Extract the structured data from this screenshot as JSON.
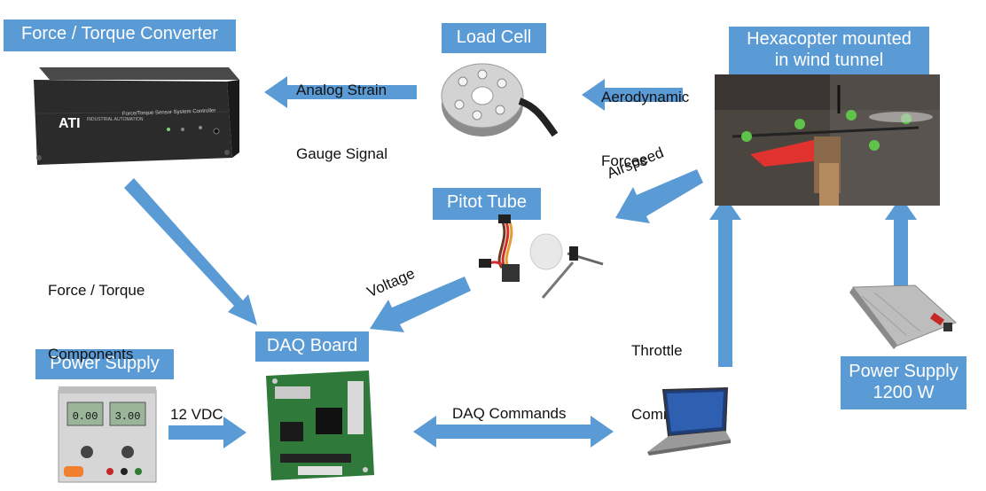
{
  "colors": {
    "box_fill": "#5b9bd5",
    "arrow_fill": "#5b9bd5",
    "text": "#111111",
    "box_text": "#ffffff"
  },
  "boxes": {
    "converter": "Force / Torque Converter",
    "load_cell": "Load Cell",
    "hexacopter_line1": "Hexacopter mounted",
    "hexacopter_line2": "in wind tunnel",
    "pitot": "Pitot Tube",
    "daq": "DAQ Board",
    "power_supply": "Power Supply",
    "power_supply_big_line1": "Power Supply",
    "power_supply_big_line2": "1200 W"
  },
  "labels": {
    "analog_line1": "Analog Strain",
    "analog_line2": "Gauge Signal",
    "aero_line1": "Aerodynamic",
    "aero_line2": "Forces",
    "force_comp_line1": "Force / Torque",
    "force_comp_line2": "Components",
    "airspeed": "Airspeed",
    "voltage": "Voltage",
    "throttle_line1": "Throttle",
    "throttle_line2": "Command",
    "vdc": "12 VDC",
    "daq_commands": "DAQ Commands"
  },
  "device_text": {
    "ati_logo": "ATI",
    "ati_sub": "INDUSTRIAL AUTOMATION",
    "controller_title": "Force/Torque Sensor System Controller",
    "psu_display_left": "0.00",
    "psu_display_right": "3.00"
  }
}
